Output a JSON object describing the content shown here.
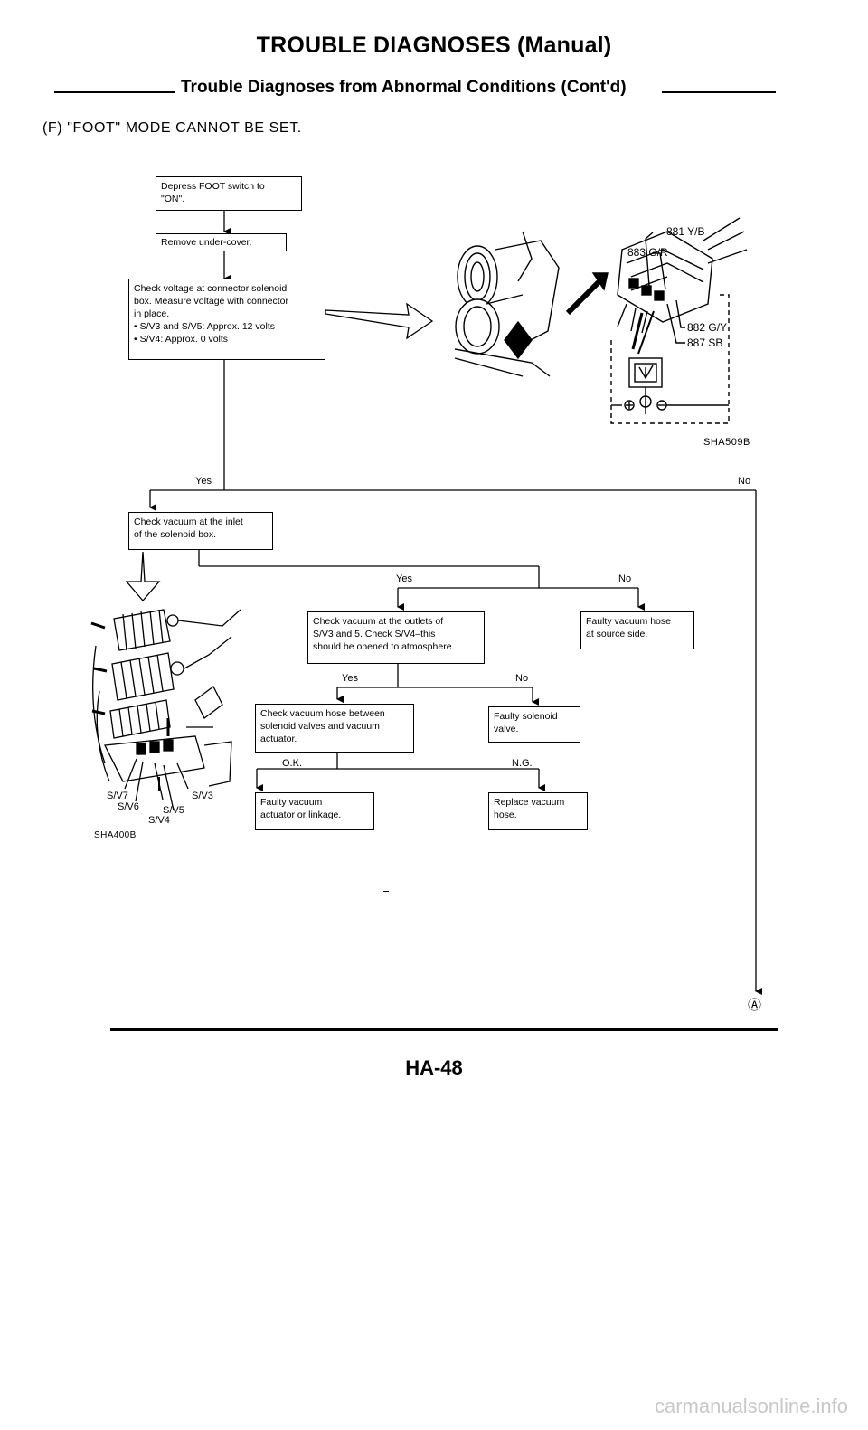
{
  "header": {
    "title": "TROUBLE DIAGNOSES (Manual)",
    "subtitle": "Trouble Diagnoses from Abnormal Conditions (Cont'd)"
  },
  "section_title": "(F) \"FOOT\" MODE CANNOT BE SET.",
  "flow": {
    "step1": [
      "Depress FOOT switch to",
      "\"ON\"."
    ],
    "step2": [
      "Remove under-cover."
    ],
    "step3": [
      "Check voltage at connector solenoid",
      "box. Measure voltage with connector",
      "in place.",
      "• S/V3 and S/V5:  Approx. 12 volts",
      "• S/V4:  Approx. 0 volts"
    ],
    "step4": [
      "Check vacuum at the inlet",
      "of the solenoid box."
    ],
    "step5": [
      "Check vacuum at the outlets of",
      "S/V3 and 5. Check S/V4–this",
      "should be opened to atmosphere."
    ],
    "step6": [
      "Faulty vacuum hose",
      "at source side."
    ],
    "step7": [
      "Check vacuum hose between",
      "solenoid valves and vacuum",
      "actuator."
    ],
    "step8": [
      "Faulty solenoid",
      "valve."
    ],
    "step9": [
      "Faulty vacuum",
      "actuator or linkage."
    ],
    "step10": [
      "Replace vacuum",
      "hose."
    ],
    "labels": {
      "yes1": "Yes",
      "no1": "No",
      "yes2": "Yes",
      "no2": "No",
      "yes3": "Yes",
      "no3": "No",
      "ok": "O.K.",
      "ng": "N.G.",
      "connector_a": "Ⓐ"
    }
  },
  "figure_top": {
    "code": "SHA509B",
    "wires": [
      "881 Y/B",
      "883 G/R",
      "882 G/Y",
      "887 SB"
    ]
  },
  "figure_left": {
    "code": "SHA400B",
    "valves": [
      "S/V7",
      "S/V6",
      "S/V5",
      "S/V4",
      "S/V3"
    ]
  },
  "footer": {
    "page_number": "HA-48"
  },
  "watermark": "carmanualsonline.info"
}
